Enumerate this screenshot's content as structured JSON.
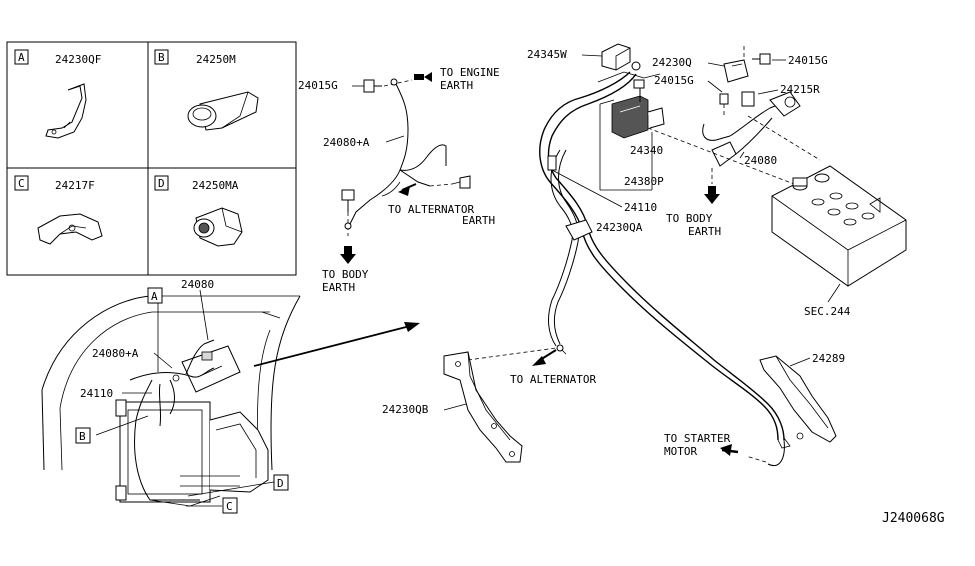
{
  "inset": {
    "panels": [
      {
        "letter": "A",
        "part": "24230QF"
      },
      {
        "letter": "B",
        "part": "24250M"
      },
      {
        "letter": "C",
        "part": "24217F"
      },
      {
        "letter": "D",
        "part": "24250MA"
      }
    ]
  },
  "vehicle": {
    "callouts": {
      "A": "A",
      "B": "B",
      "C": "C",
      "D": "D",
      "p24080": "24080",
      "p24080A": "24080+A",
      "p24110": "24110"
    }
  },
  "labels": {
    "p24015G_left": "24015G",
    "to_engine_earth_1": "TO ENGINE",
    "to_engine_earth_2": "EARTH",
    "p24080A": "24080+A",
    "to_alt_earth_1": "TO ALTERNATOR",
    "to_alt_earth_2": "EARTH",
    "to_body_earth_left_1": "TO BODY",
    "to_body_earth_left_2": "EARTH",
    "p24345W": "24345W",
    "p24230Q": "24230Q",
    "p24015G_top": "24015G",
    "p24015G_mid": "24015G",
    "p24215R": "24215R",
    "p24340": "24340",
    "p24380P": "24380P",
    "p24080": "24080",
    "p24110": "24110",
    "p24230QA": "24230QA",
    "to_body_earth_right_1": "TO BODY",
    "to_body_earth_right_2": "EARTH",
    "sec244": "SEC.244",
    "to_alternator": "TO ALTERNATOR",
    "p24289": "24289",
    "p24230QB": "24230QB",
    "to_starter_1": "TO STARTER",
    "to_starter_2": "MOTOR",
    "diagram_id": "J240068G"
  }
}
